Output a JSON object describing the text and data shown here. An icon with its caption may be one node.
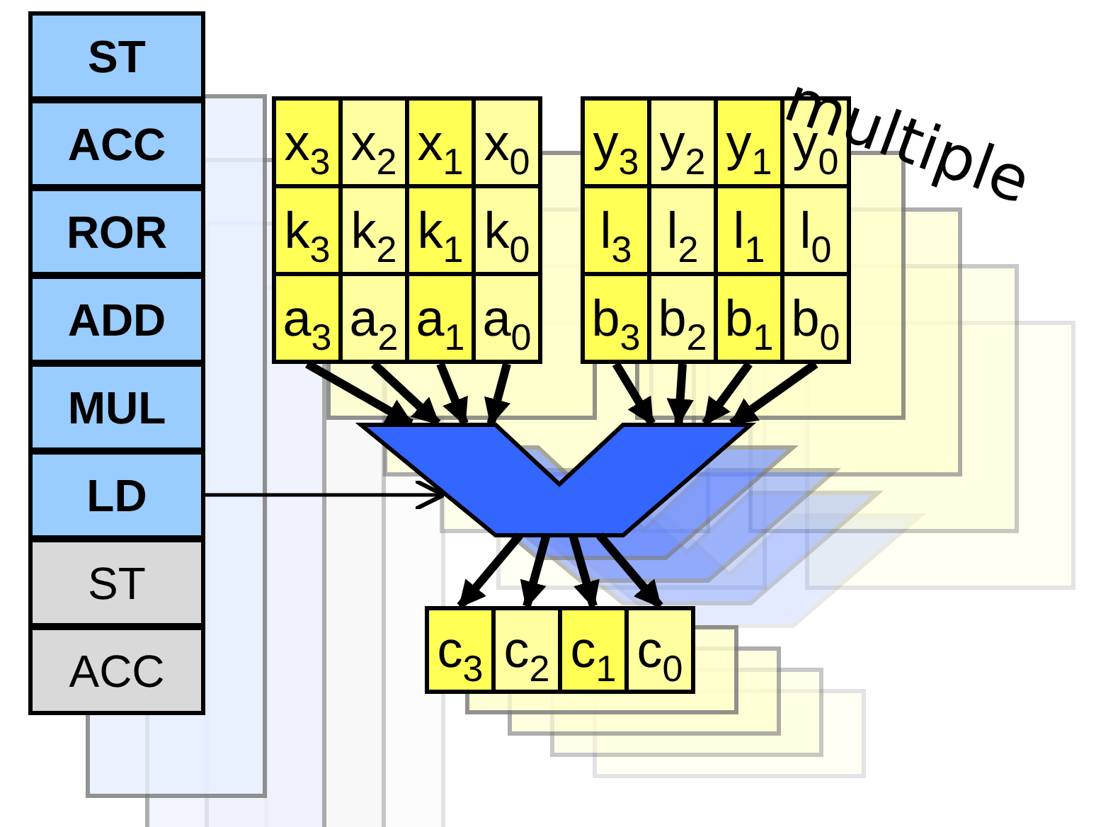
{
  "diagram": {
    "nodes": [
      {
        "text": [
          "ST"
        ]
      },
      {
        "text": [
          "ACC"
        ]
      },
      {
        "text": [
          "ROR"
        ]
      },
      {
        "text": [
          "ADD"
        ]
      },
      {
        "text": [
          "MUL"
        ]
      },
      {
        "text": [
          "LD"
        ]
      },
      {
        "text": [
          "ST"
        ]
      },
      {
        "text": [
          "ACC"
        ]
      },
      {
        "text": [
          "x$_{3}$"
        ]
      },
      {
        "text": [
          "x$_{2}$"
        ]
      },
      {
        "text": [
          "x$_{1}$"
        ]
      },
      {
        "text": [
          "x$_{0}$"
        ]
      },
      {
        "text": [
          "k$_{3}$"
        ]
      },
      {
        "text": [
          "k$_{2}$"
        ]
      },
      {
        "text": [
          "k$_{1}$"
        ]
      },
      {
        "text": [
          "k$_{0}$"
        ]
      },
      {
        "text": [
          "a$_{3}$"
        ]
      },
      {
        "text": [
          "a$_{2}$"
        ]
      },
      {
        "text": [
          "a$_{1}$"
        ]
      },
      {
        "text": [
          "a$_{0}$"
        ]
      },
      {
        "text": [
          "y$_{3}$"
        ]
      },
      {
        "text": [
          "y$_{2}$"
        ]
      },
      {
        "text": [
          "y$_{1}$"
        ]
      },
      {
        "text": [
          "y$_{0}$"
        ]
      },
      {
        "text": [
          "l$_{3}$"
        ]
      },
      {
        "text": [
          "l$_{2}$"
        ]
      },
      {
        "text": [
          "l$_{1}$"
        ]
      },
      {
        "text": [
          "l$_{0}$"
        ]
      },
      {
        "text": [
          "b$_{3}$"
        ]
      },
      {
        "text": [
          "b$_{2}$"
        ]
      },
      {
        "text": [
          "b$_{1}$"
        ]
      },
      {
        "text": [
          "b$_{0}$"
        ]
      },
      {
        "text": [],
        "shape": "box"
      },
      {
        "text": [
          "c$_{3}$"
        ]
      },
      {
        "text": [
          "c$_{2}$"
        ]
      },
      {
        "text": [
          "c$_{1}$"
        ]
      },
      {
        "text": [
          "c$_{0}$"
        ]
      }
    ],
    "edges": [
      {
        "from": 16,
        "to": 32,
        "arrow": "to"
      },
      {
        "from": 17,
        "to": 32,
        "arrow": "to"
      },
      {
        "from": 18,
        "to": 32,
        "arrow": "to"
      },
      {
        "from": 19,
        "to": 32,
        "arrow": "to"
      },
      {
        "from": 28,
        "to": 32,
        "arrow": "to"
      },
      {
        "from": 29,
        "to": 32,
        "arrow": "to"
      },
      {
        "from": 30,
        "to": 32,
        "arrow": "to"
      },
      {
        "from": 31,
        "to": 32,
        "arrow": "to"
      },
      {
        "from": 5,
        "to": 32,
        "arrow": "to"
      },
      {
        "from": 32,
        "to": 33,
        "arrow": "to"
      },
      {
        "from": 32,
        "to": 34,
        "arrow": "to"
      },
      {
        "from": 32,
        "to": 35,
        "arrow": "to"
      },
      {
        "from": 32,
        "to": 36,
        "arrow": "to"
      }
    ],
    "labels": [
      "multiple"
    ]
  }
}
